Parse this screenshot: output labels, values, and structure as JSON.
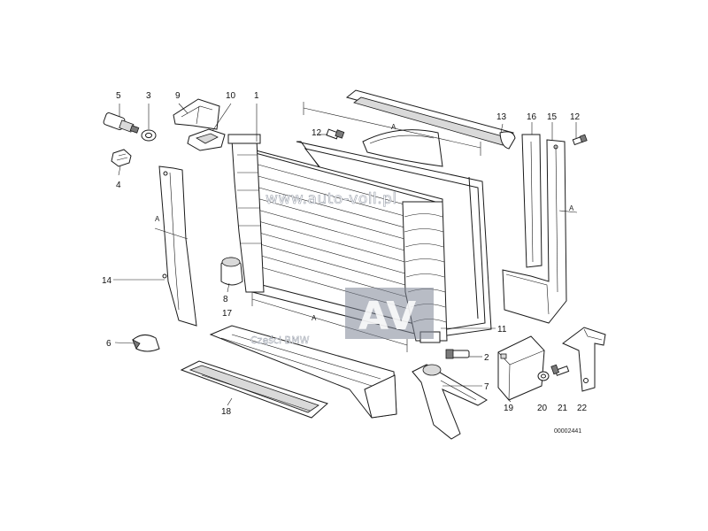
{
  "labels": {
    "p1": "1",
    "p2": "2",
    "p3": "3",
    "p4": "4",
    "p5": "5",
    "p6": "6",
    "p7": "7",
    "p8": "8",
    "p9": "9",
    "p10": "10",
    "p11": "11",
    "p12a": "12",
    "p12b": "12",
    "p13": "13",
    "p14": "14",
    "p15": "15",
    "p16": "16",
    "p17": "17",
    "p18": "18",
    "p19": "19",
    "p20": "20",
    "p21": "21",
    "p22": "22"
  },
  "dimension_marks": {
    "top": "A",
    "left": "A",
    "bottom": "A",
    "right": "A"
  },
  "watermark": {
    "url": "www.auto-voll.pl",
    "logo": "AV",
    "caption": "Części BMW"
  },
  "drawing_code": "00002441",
  "colors": {
    "ink": "#1a1a1a",
    "watermark": "#9aa0ab",
    "background": "#ffffff"
  }
}
